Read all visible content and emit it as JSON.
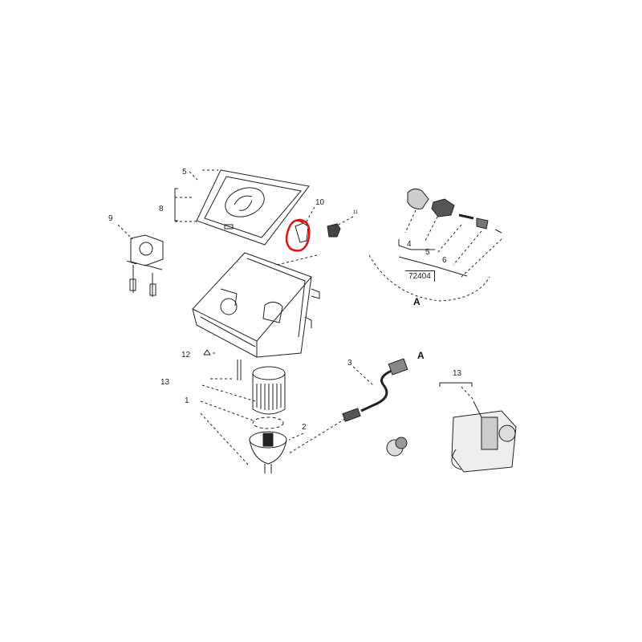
{
  "diagram": {
    "part_labels": [
      "5",
      "8",
      "9",
      "10",
      "11",
      "12",
      "13",
      "1",
      "2",
      "3",
      "13",
      "4",
      "5",
      "6"
    ],
    "reference_code": "72404",
    "detail_marker": "A",
    "detail_callout": "A",
    "highlight_color": "#e01010",
    "highlighted_part": "10"
  }
}
